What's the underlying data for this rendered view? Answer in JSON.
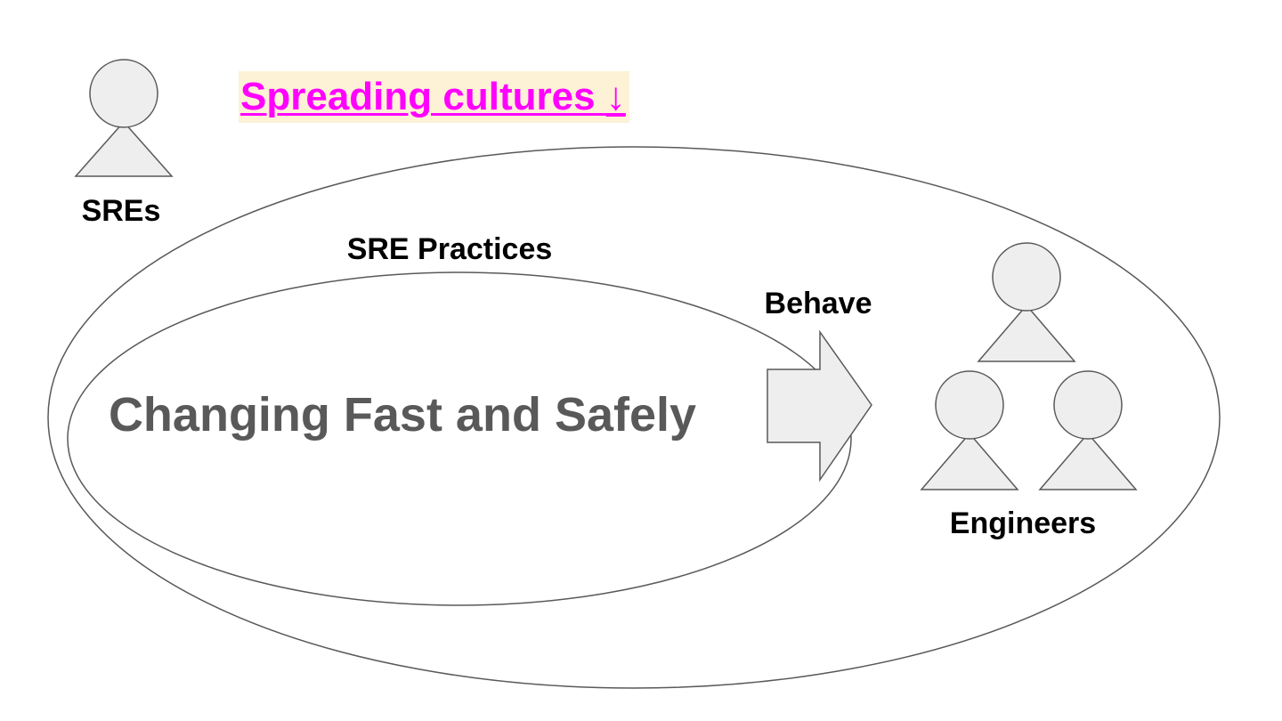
{
  "title": {
    "text": "Spreading cultures",
    "arrow": "↓"
  },
  "labels": {
    "sres": "SREs",
    "sre_practices": "SRE Practices",
    "behave": "Behave",
    "engineers": "Engineers"
  },
  "center_text": "Changing Fast and Safely",
  "colors": {
    "title": "#ff00ff",
    "title_highlight": "#fdf1d6",
    "shape_fill": "#eeeeee",
    "outline": "#595959",
    "center_text": "#595959",
    "label_text": "#000000"
  },
  "icons": {
    "person": "person-icon",
    "arrow": "right-arrow-icon"
  }
}
